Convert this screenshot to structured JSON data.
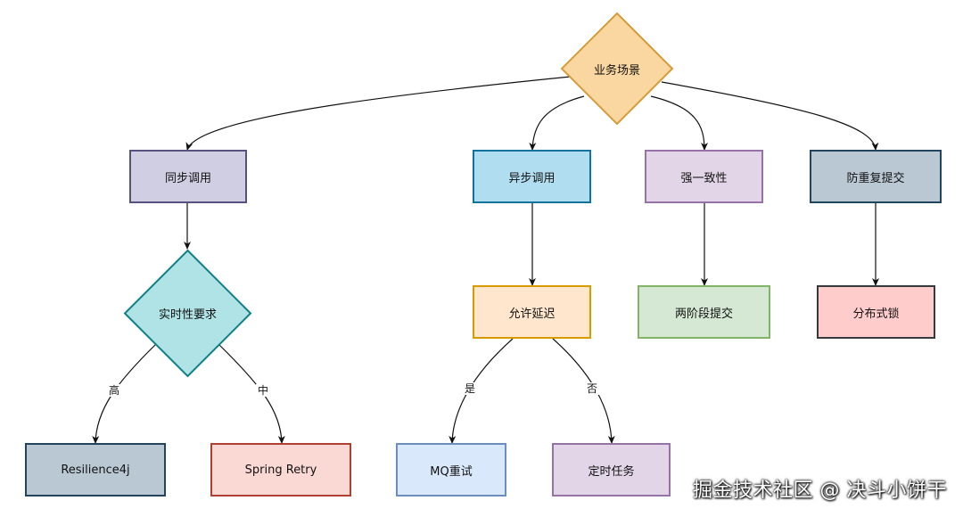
{
  "nodes": {
    "root": "业务场景",
    "sync": "同步调用",
    "async": "异步调用",
    "strong": "强一致性",
    "dedup": "防重复提交",
    "realtime": "实时性要求",
    "delay": "允许延迟",
    "twophase": "两阶段提交",
    "lock": "分布式锁",
    "resilience": "Resilience4j",
    "spring": "Spring Retry",
    "mq": "MQ重试",
    "timer": "定时任务"
  },
  "edge_labels": {
    "high": "高",
    "mid": "中",
    "yes": "是",
    "no": "否"
  },
  "watermark": "掘金技术社区 @ 决斗小饼干",
  "colors": {
    "root_fill": "#fad7a0",
    "root_stroke": "#d79b39",
    "sync_fill": "#d0cee2",
    "sync_stroke": "#56517e",
    "async_fill": "#b1ddf0",
    "async_stroke": "#10739e",
    "strong_fill": "#e1d5e7",
    "strong_stroke": "#9673a6",
    "dedup_fill": "#bac8d3",
    "dedup_stroke": "#23445d",
    "realtime_fill": "#b0e3e6",
    "realtime_stroke": "#0e8088",
    "delay_fill": "#ffe6cc",
    "delay_stroke": "#d79b00",
    "twophase_fill": "#d5e8d4",
    "twophase_stroke": "#82b366",
    "lock_fill": "#ffcccc",
    "lock_stroke": "#36393d",
    "resilience_fill": "#bac8d3",
    "resilience_stroke": "#23445d",
    "spring_fill": "#fad9d5",
    "spring_stroke": "#ae4132",
    "mq_fill": "#dae8fc",
    "mq_stroke": "#6c8ebf",
    "timer_fill": "#e1d5e7",
    "timer_stroke": "#9673a6"
  }
}
